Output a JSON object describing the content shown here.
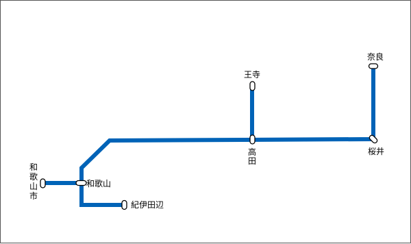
{
  "map": {
    "line_color": "#0063b7",
    "marker_stroke": "#000000",
    "marker_fill": "#ffffff",
    "frame_color": "#555555",
    "stations": {
      "nara": {
        "name": "奈良"
      },
      "sakurai": {
        "name": "桜井"
      },
      "oji": {
        "name": "王寺"
      },
      "takada": {
        "name": "高田",
        "chars": [
          "高",
          "田"
        ]
      },
      "wakayama": {
        "name": "和歌山"
      },
      "wakayamashi": {
        "name": "和歌山市",
        "chars": [
          "和",
          "歌",
          "山",
          "市"
        ]
      },
      "kiiitaya": {
        "name": "紀伊田辺"
      }
    }
  }
}
